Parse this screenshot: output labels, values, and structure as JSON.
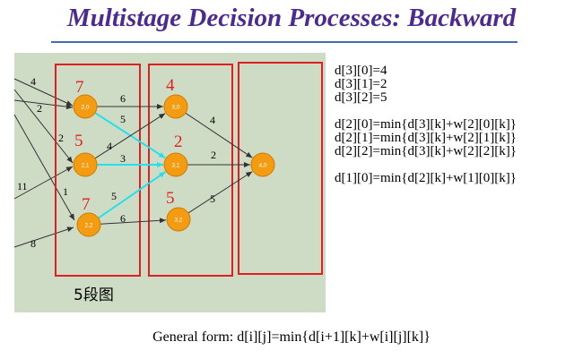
{
  "title": "Multistage Decision Processes: Backward",
  "caption": "5段图",
  "general_form": "General form: d[i][j]=min{d[i+1][k]+w[i][j][k]}",
  "colors": {
    "title": "#4b2a93",
    "panel": "#cfdcc5",
    "node": "#f39c12",
    "stage_box": "#e02020",
    "highlight_edge": "#22e0ee",
    "distance_label": "#e02020"
  },
  "nodes": [
    {
      "id": "2,0",
      "label": "2,0"
    },
    {
      "id": "2,1",
      "label": "2,1"
    },
    {
      "id": "2,2",
      "label": "2,2"
    },
    {
      "id": "3,0",
      "label": "3,0"
    },
    {
      "id": "3,1",
      "label": "3,1"
    },
    {
      "id": "3,2",
      "label": "3,2"
    },
    {
      "id": "4,0",
      "label": "4,0"
    }
  ],
  "distance_labels": [
    {
      "node": "2,0",
      "value": "7"
    },
    {
      "node": "2,1",
      "value": "5"
    },
    {
      "node": "2,2",
      "value": "7"
    },
    {
      "node": "3,0",
      "value": "4"
    },
    {
      "node": "3,1",
      "value": "2"
    },
    {
      "node": "3,2",
      "value": "5"
    }
  ],
  "edges": [
    {
      "from": "2,0",
      "to": "3,0",
      "weight": "6",
      "highlight": false
    },
    {
      "from": "2,0",
      "to": "3,1",
      "weight": "5",
      "highlight": true
    },
    {
      "from": "2,1",
      "to": "3,0",
      "weight": "4",
      "highlight": false
    },
    {
      "from": "2,1",
      "to": "3,1",
      "weight": "3",
      "highlight": true
    },
    {
      "from": "2,2",
      "to": "3,1",
      "weight": "5",
      "highlight": true
    },
    {
      "from": "2,2",
      "to": "3,2",
      "weight": "6",
      "highlight": false
    },
    {
      "from": "3,0",
      "to": "4,0",
      "weight": "4",
      "highlight": false
    },
    {
      "from": "3,1",
      "to": "4,0",
      "weight": "2",
      "highlight": false
    },
    {
      "from": "3,2",
      "to": "4,0",
      "weight": "5",
      "highlight": false
    }
  ],
  "incoming_weights": [
    "4",
    "2",
    "2",
    "11",
    "1",
    "8"
  ],
  "formulas": [
    "d[3][0]=4",
    "d[3][1]=2",
    "d[3][2]=5",
    "",
    "d[2][0]=min{d[3][k]+w[2][0][k]}",
    "d[2][1]=min{d[3][k]+w[2][1][k]}",
    "d[2][2]=min{d[3][k]+w[2][2][k]}",
    "",
    "d[1][0]=min{d[2][k]+w[1][0][k]}"
  ]
}
